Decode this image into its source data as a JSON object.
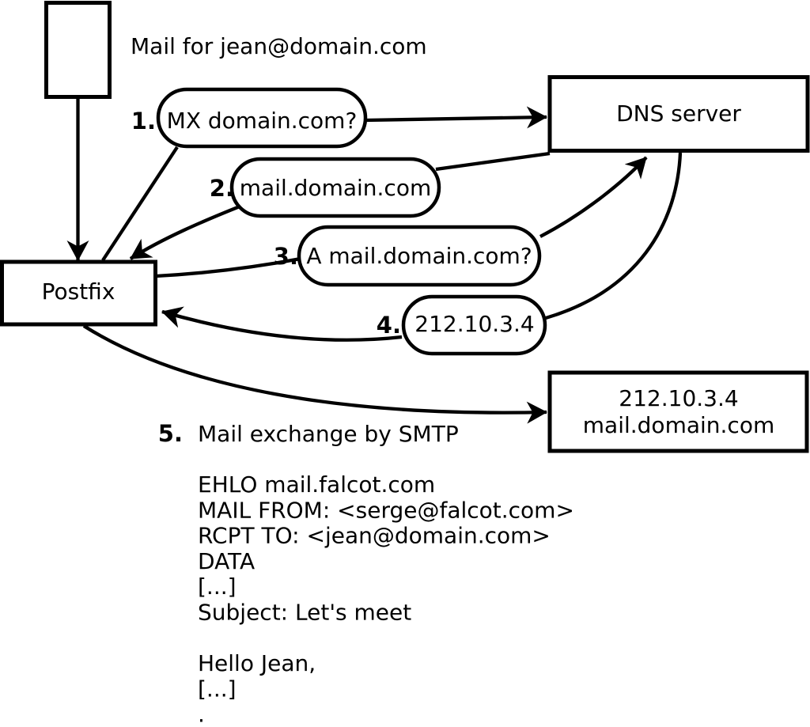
{
  "diagram": {
    "note": "Mail for jean@domain.com",
    "nodes": {
      "postfix": "Postfix",
      "dns_server": "DNS server",
      "mail_server_line1": "212.10.3.4",
      "mail_server_line2": "mail.domain.com"
    },
    "steps": [
      {
        "num": "1.",
        "label": "MX domain.com?"
      },
      {
        "num": "2.",
        "label": "mail.domain.com"
      },
      {
        "num": "3.",
        "label": "A mail.domain.com?"
      },
      {
        "num": "4.",
        "label": "212.10.3.4"
      },
      {
        "num": "5.",
        "label": "Mail exchange by SMTP"
      }
    ],
    "smtp_session": {
      "lines": [
        "EHLO mail.falcot.com",
        "MAIL FROM: <serge@falcot.com>",
        "RCPT TO: <jean@domain.com>",
        "DATA",
        "[...]",
        "Subject: Let's meet",
        "",
        "Hello Jean,",
        "[...]",
        "."
      ]
    },
    "colors": {
      "stroke": "#000000",
      "background": "#ffffff"
    }
  }
}
